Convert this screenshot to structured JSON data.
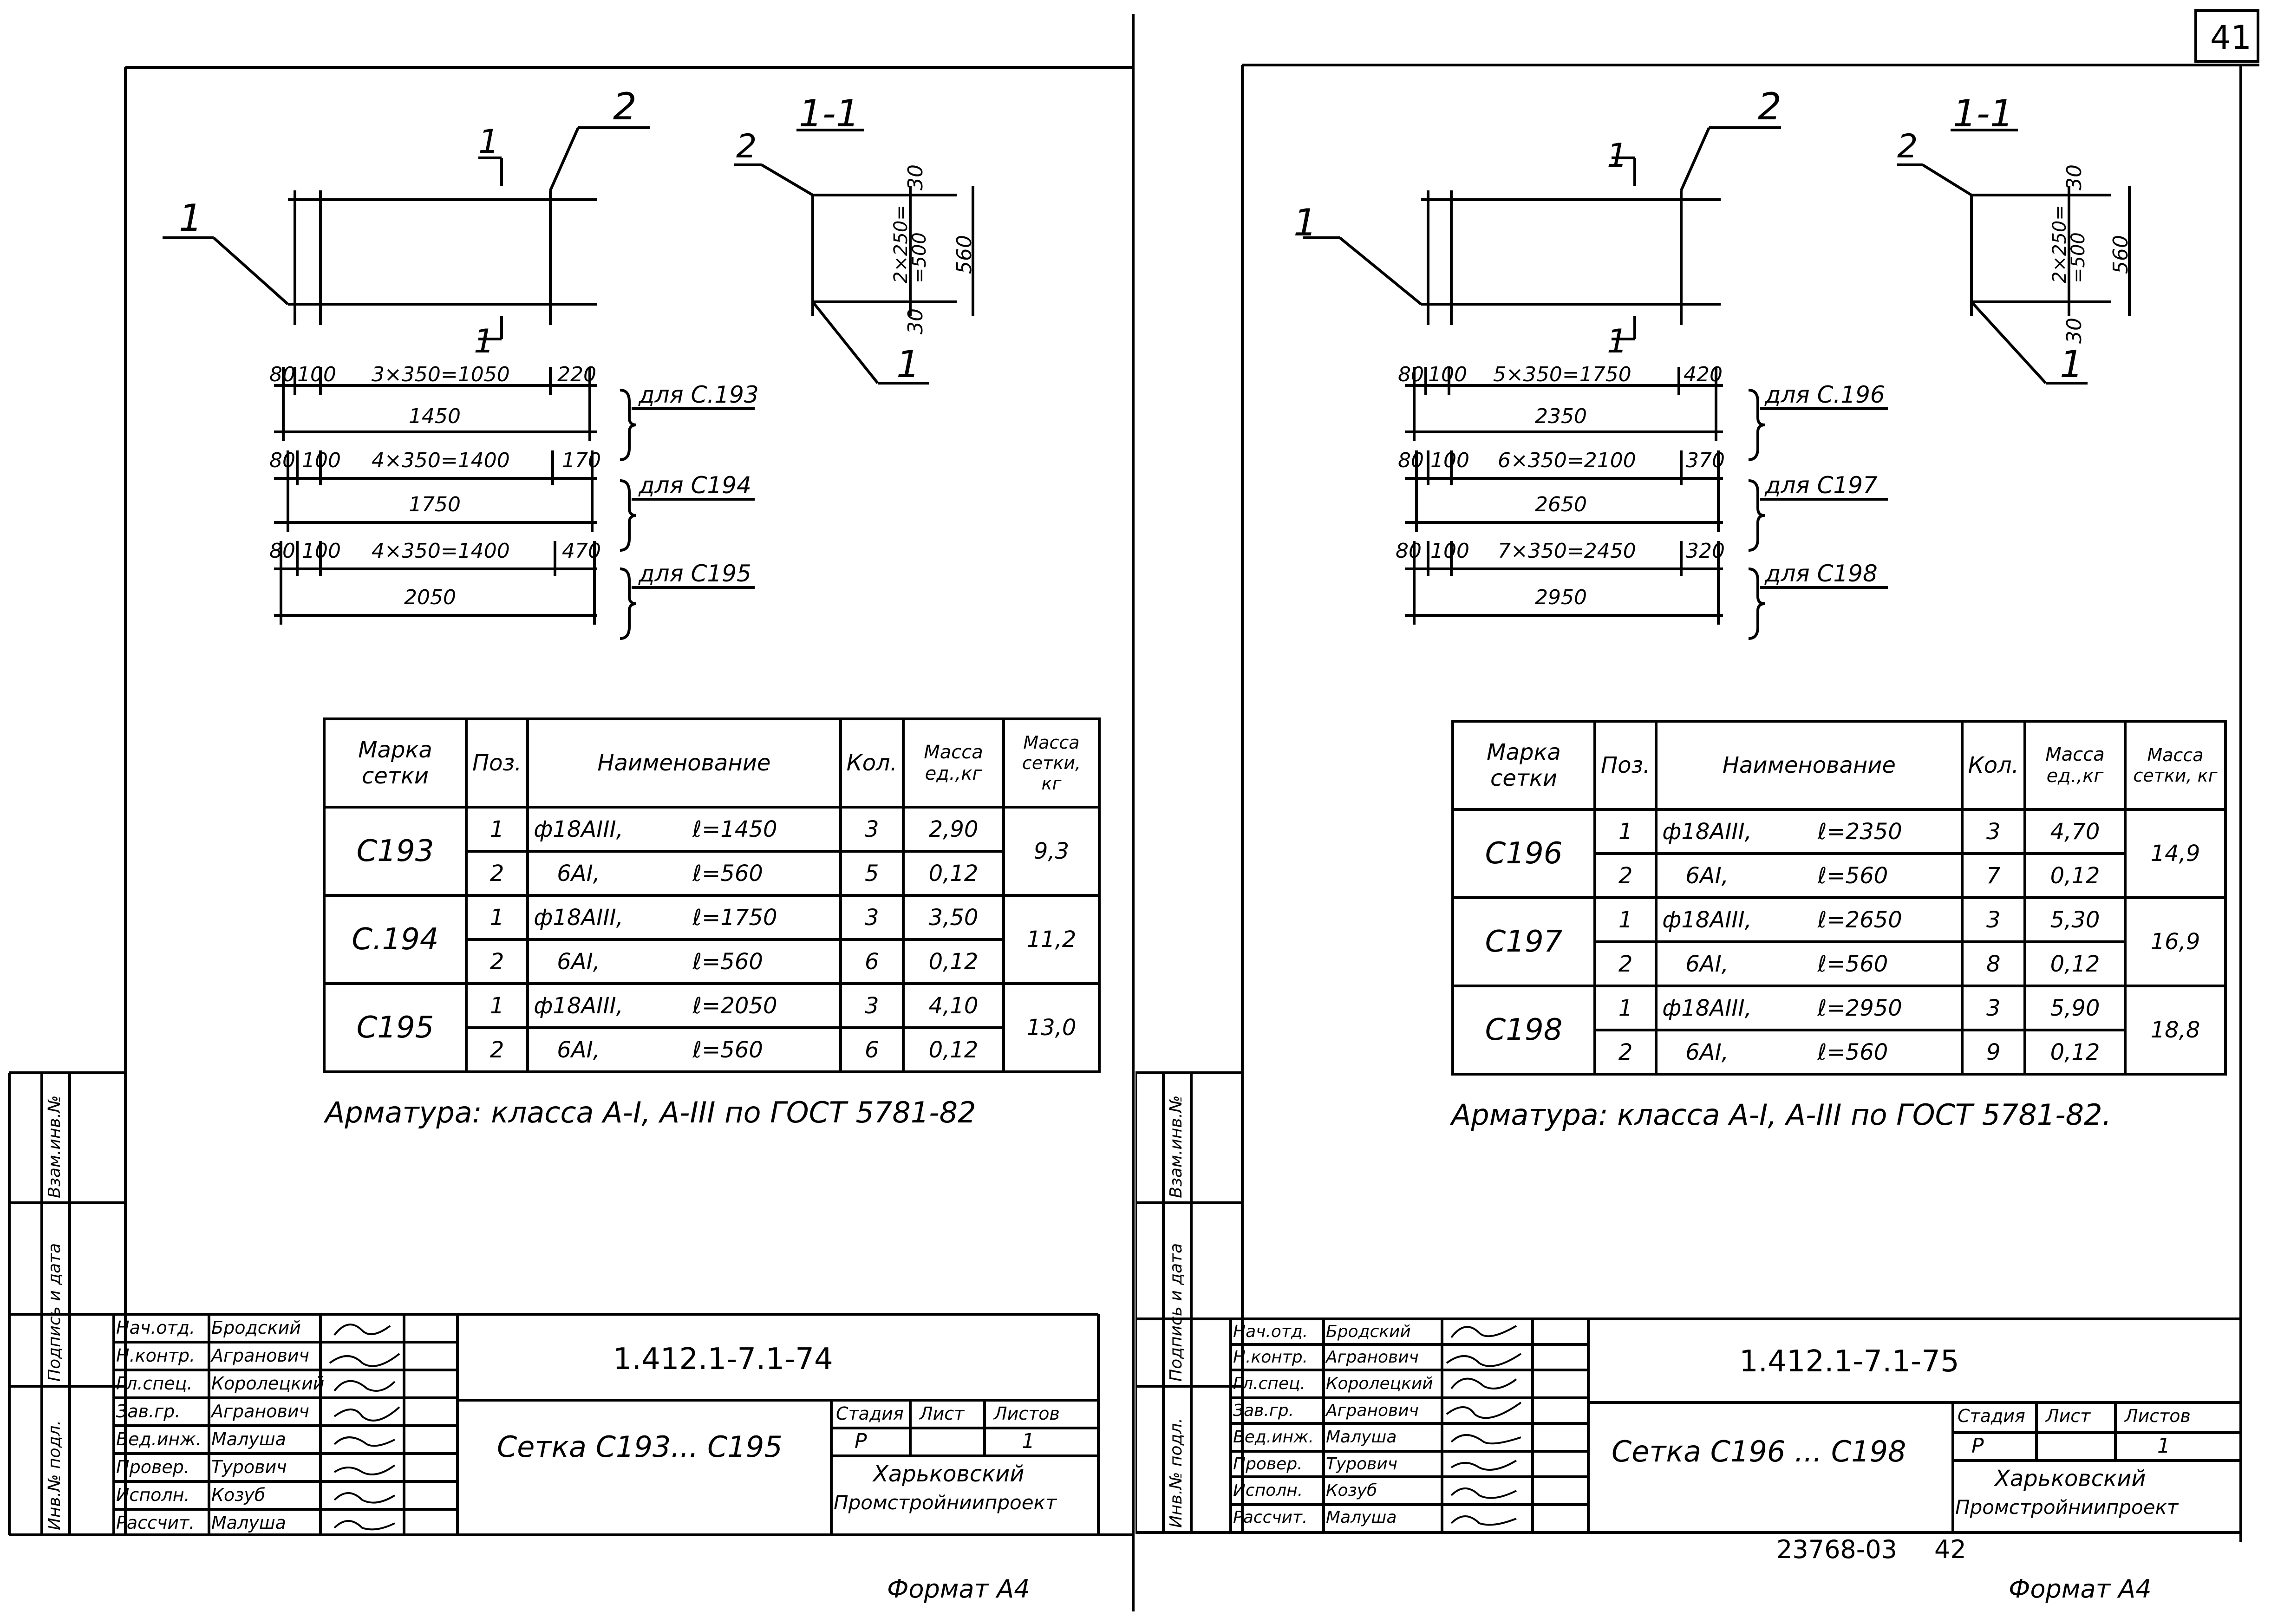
{
  "page_number": "41",
  "footer_left": "Формат А4",
  "footer_right": "Формат А4",
  "bottom_right_number": "23768-03",
  "bottom_right_page": "42",
  "left": {
    "section_label": "1-1",
    "pos1": "1",
    "pos2": "2",
    "cut_label": "1",
    "sec_dims": {
      "top": "30",
      "mid": "2×250=\n=500",
      "total": "560",
      "bottom": "30"
    },
    "dims": [
      {
        "a": "80",
        "b": "100",
        "c": "3×350=1050",
        "d": "220",
        "total": "1450",
        "for": "для С.193"
      },
      {
        "a": "80",
        "b": "100",
        "c": "4×350=1400",
        "d": "170",
        "total": "1750",
        "for": "для С194"
      },
      {
        "a": "80",
        "b": "100",
        "c": "4×350=1400",
        "d": "470",
        "total": "2050",
        "for": "для С195"
      }
    ],
    "table": {
      "headers": [
        "Марка сетки",
        "Поз.",
        "Наименование",
        "Кол.",
        "Масса ед.,кг",
        "Масса сетки, кг"
      ],
      "groups": [
        {
          "mark": "С193",
          "total": "9,3",
          "rows": [
            {
              "pos": "1",
              "name": "ф18АIII,",
              "len": "ℓ=1450",
              "qty": "3",
              "mass": "2,90"
            },
            {
              "pos": "2",
              "name": "6АI,",
              "len": "ℓ=560",
              "qty": "5",
              "mass": "0,12"
            }
          ]
        },
        {
          "mark": "С.194",
          "total": "11,2",
          "rows": [
            {
              "pos": "1",
              "name": "ф18АIII,",
              "len": "ℓ=1750",
              "qty": "3",
              "mass": "3,50"
            },
            {
              "pos": "2",
              "name": "6АI,",
              "len": "ℓ=560",
              "qty": "6",
              "mass": "0,12"
            }
          ]
        },
        {
          "mark": "С195",
          "total": "13,0",
          "rows": [
            {
              "pos": "1",
              "name": "ф18АIII,",
              "len": "ℓ=2050",
              "qty": "3",
              "mass": "4,10"
            },
            {
              "pos": "2",
              "name": "6АI,",
              "len": "ℓ=560",
              "qty": "6",
              "mass": "0,12"
            }
          ]
        }
      ]
    },
    "note": "Арматура: класса А-I, А-III по ГОСТ 5781-82",
    "stamp": {
      "code": "1.412.1-7.1-74",
      "title": "Сетка С193... С195",
      "roles": [
        "Нач.отд.",
        "Н.контр.",
        "Гл.спец.",
        "Зав.гр.",
        "Вед.инж.",
        "Провер.",
        "Исполн.",
        "Рассчит."
      ],
      "names": [
        "Бродский",
        "Агранович",
        "Королецкий",
        "Агранович",
        "Малуша",
        "Турович",
        "Козуб",
        "Малуша"
      ],
      "stage_label": "Стадия",
      "sheet_label": "Лист",
      "sheets_label": "Листов",
      "stage": "Р",
      "sheets": "1",
      "org1": "Харьковский",
      "org2": "Промстройниипроект"
    },
    "margin": [
      "Инв.№ подл.",
      "Подпись и дата",
      "Взам.инв.№"
    ]
  },
  "right": {
    "section_label": "1-1",
    "pos1": "1",
    "pos2": "2",
    "cut_label": "1",
    "sec_dims": {
      "top": "30",
      "mid": "2×250=\n=500",
      "total": "560",
      "bottom": "30"
    },
    "dims": [
      {
        "a": "80",
        "b": "100",
        "c": "5×350=1750",
        "d": "420",
        "total": "2350",
        "for": "для С.196"
      },
      {
        "a": "80",
        "b": "100",
        "c": "6×350=2100",
        "d": "370",
        "total": "2650",
        "for": "для С197"
      },
      {
        "a": "80",
        "b": "100",
        "c": "7×350=2450",
        "d": "320",
        "total": "2950",
        "for": "для С198"
      }
    ],
    "table": {
      "headers": [
        "Марка сетки",
        "Поз.",
        "Наименование",
        "Кол.",
        "Масса ед.,кг",
        "Масса сетки, кг"
      ],
      "groups": [
        {
          "mark": "С196",
          "total": "14,9",
          "rows": [
            {
              "pos": "1",
              "name": "ф18АIII,",
              "len": "ℓ=2350",
              "qty": "3",
              "mass": "4,70"
            },
            {
              "pos": "2",
              "name": "6АI,",
              "len": "ℓ=560",
              "qty": "7",
              "mass": "0,12"
            }
          ]
        },
        {
          "mark": "С197",
          "total": "16,9",
          "rows": [
            {
              "pos": "1",
              "name": "ф18АIII,",
              "len": "ℓ=2650",
              "qty": "3",
              "mass": "5,30"
            },
            {
              "pos": "2",
              "name": "6АI,",
              "len": "ℓ=560",
              "qty": "8",
              "mass": "0,12"
            }
          ]
        },
        {
          "mark": "С198",
          "total": "18,8",
          "rows": [
            {
              "pos": "1",
              "name": "ф18АIII,",
              "len": "ℓ=2950",
              "qty": "3",
              "mass": "5,90"
            },
            {
              "pos": "2",
              "name": "6АI,",
              "len": "ℓ=560",
              "qty": "9",
              "mass": "0,12"
            }
          ]
        }
      ]
    },
    "note": "Арматура: класса А-I, А-III по ГОСТ 5781-82.",
    "stamp": {
      "code": "1.412.1-7.1-75",
      "title": "Сетка С196 ... С198",
      "roles": [
        "Нач.отд.",
        "Н.контр.",
        "Гл.спец.",
        "Зав.гр.",
        "Вед.инж.",
        "Провер.",
        "Исполн.",
        "Рассчит."
      ],
      "names": [
        "Бродский",
        "Агранович",
        "Королецкий",
        "Агранович",
        "Малуша",
        "Турович",
        "Козуб",
        "Малуша"
      ],
      "stage_label": "Стадия",
      "sheet_label": "Лист",
      "sheets_label": "Листов",
      "stage": "Р",
      "sheets": "1",
      "org1": "Харьковский",
      "org2": "Промстройниипроект"
    },
    "margin": [
      "Инв.№ подл.",
      "Подпись и дата",
      "Взам.инв.№"
    ]
  }
}
